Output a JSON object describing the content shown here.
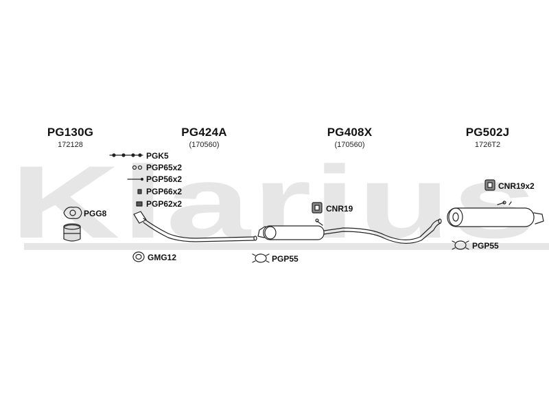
{
  "watermark": {
    "text": "Klarius",
    "color": "#e6e6e6"
  },
  "parts": [
    {
      "code": "PG130G",
      "ref": "172128"
    },
    {
      "code": "PG424A",
      "ref": "(170560)"
    },
    {
      "code": "PG408X",
      "ref": "(170560)"
    },
    {
      "code": "PG502J",
      "ref": "1726T2"
    }
  ],
  "fittings": {
    "pgk5": "PGK5",
    "pgp65x2": "PGP65x2",
    "pgp56x2": "PGP56x2",
    "pgp66x2": "PGP66x2",
    "pgp62x2": "PGP62x2",
    "pgg8": "PGG8",
    "gmg12": "GMG12",
    "pgp55_mid": "PGP55",
    "cnr19": "CNR19",
    "cnr19x2": "CNR19x2",
    "pgp55_rear": "PGP55"
  }
}
